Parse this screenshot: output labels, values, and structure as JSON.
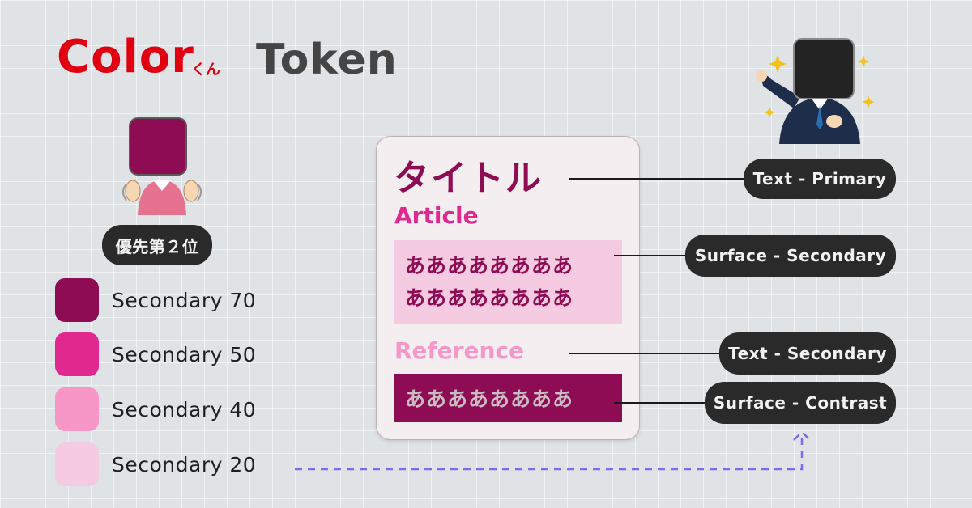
{
  "header": {
    "color_word": "Color",
    "kun": "くん",
    "token_word": "Token"
  },
  "priority_badge": "優先第２位",
  "swatches": [
    {
      "label": "Secondary 70",
      "color": "#8e0c53"
    },
    {
      "label": "Secondary 50",
      "color": "#e0288f"
    },
    {
      "label": "Secondary 40",
      "color": "#f797c8"
    },
    {
      "label": "Secondary 20",
      "color": "#f4cbe0"
    }
  ],
  "card": {
    "title": "タイトル",
    "article_heading": "Article",
    "article_body_line1": "ああああああああ",
    "article_body_line2": "ああああああああ",
    "reference_heading": "Reference",
    "reference_body": "ああああああああ"
  },
  "tokens": {
    "text_primary": "Text - Primary",
    "surface_secondary": "Surface - Secondary",
    "text_secondary": "Text - Secondary",
    "surface_contrast": "Surface - Contrast"
  },
  "colors": {
    "brand_red": "#e00010",
    "token_gray": "#454545",
    "pill_dark": "#2a2a2a",
    "arrow_purple": "#7b6cf2",
    "card_bg": "#f5eef1"
  }
}
